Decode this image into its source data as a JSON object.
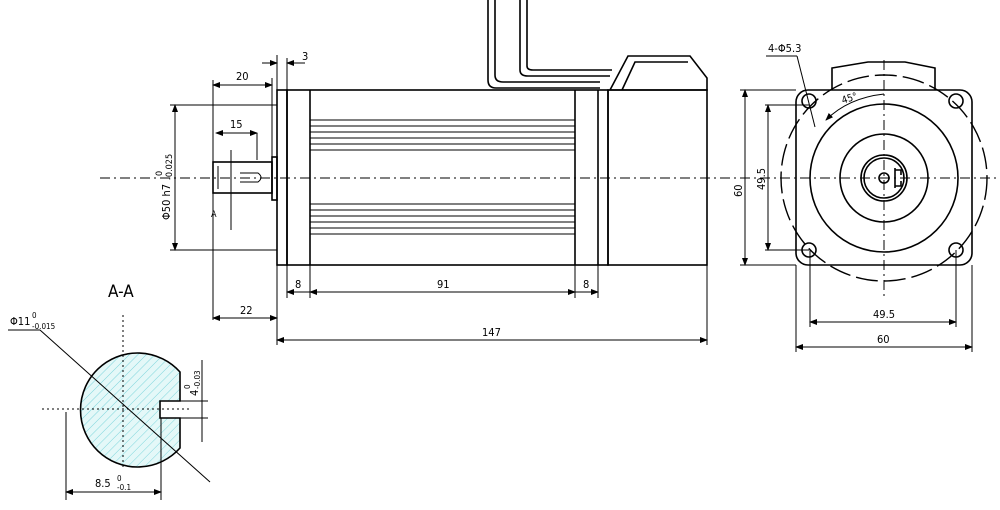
{
  "side_view": {
    "dim_flange": "3",
    "dim_shaft_len": "20",
    "dim_key_len": "15",
    "dim_pilot": "Φ50 h7",
    "dim_pilot_tol_upper": "0",
    "dim_pilot_tol_lower": "-0.025",
    "section_mark": "A",
    "dim_left_cap": "8",
    "dim_body": "91",
    "dim_right_cap": "8",
    "dim_shaft_offset": "22",
    "dim_total": "147"
  },
  "front_view": {
    "holes_label": "4-Φ5.3",
    "angle_label": "45°",
    "dim_height": "60",
    "dim_hole_pitch_v": "49.5",
    "dim_hole_pitch_h": "49.5",
    "dim_width": "60"
  },
  "section_view": {
    "title": "A-A",
    "dia_label": "Φ11",
    "dia_tol_upper": "0",
    "dia_tol_lower": "-0.015",
    "key_label": "4",
    "key_tol_upper": "0",
    "key_tol_lower": "-0.03",
    "flat_label": "8.5",
    "flat_tol_upper": "0",
    "flat_tol_lower": "-0.1"
  },
  "colors": {
    "hatch": "#7fd6dc",
    "line": "#000000"
  }
}
